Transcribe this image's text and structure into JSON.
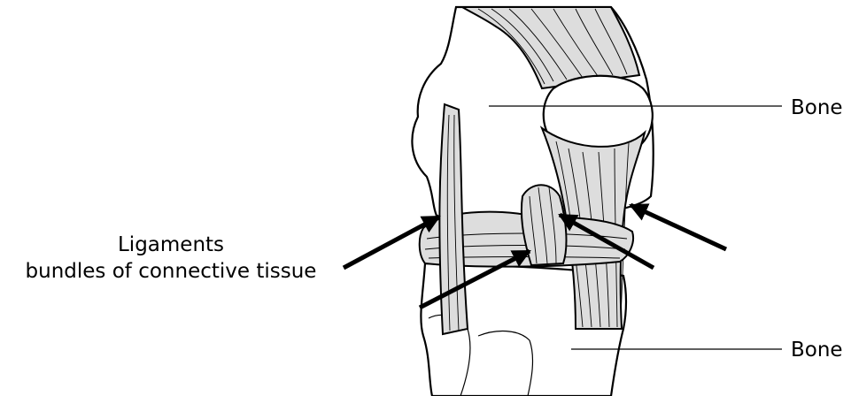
{
  "labels": {
    "bone_top": "Bone",
    "bone_bottom": "Bone",
    "ligaments_title": "Ligaments",
    "ligaments_subtitle": "bundles of connective tissue"
  },
  "colors": {
    "line": "#000000",
    "tissue_fill": "#dddddd",
    "bone_fill": "#ffffff"
  }
}
